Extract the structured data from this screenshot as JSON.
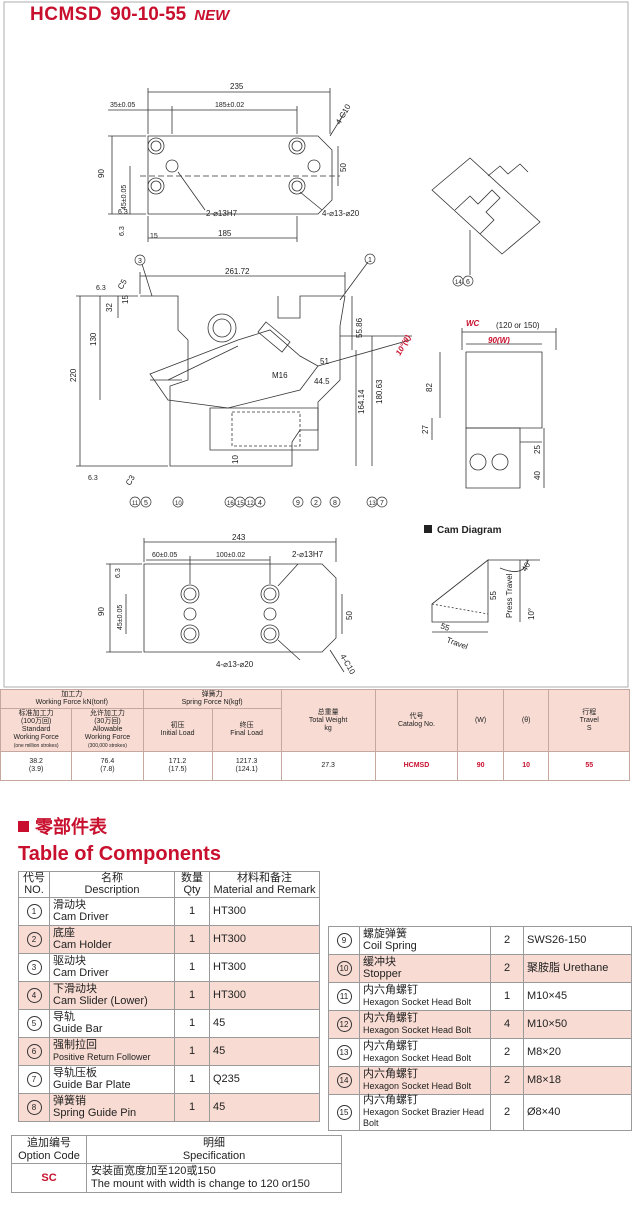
{
  "header": {
    "model": "HCMSD",
    "number": "90-10-55",
    "badge": "NEW"
  },
  "drawing": {
    "top_view": {
      "d_235": "235",
      "d_35": "35±0.05",
      "d_185t": "185±0.02",
      "chamfer": "4-C10",
      "d_90": "90",
      "d_45": "45±0.05",
      "d_50": "50",
      "d_63": "6.3",
      "d_63b": "6.3",
      "d_15": "15",
      "d_185b": "185",
      "pin": "2-⌀13H7",
      "bolt": "4-⌀13-⌀20"
    },
    "side_view": {
      "d_26172": "261.72",
      "d_32": "32",
      "d_15": "15",
      "d_c5": "C5",
      "d_130": "130",
      "d_220": "220",
      "d_5586": "55.86",
      "d_51": "51",
      "d_m16": "M16",
      "d_445": "44.5",
      "d_16414": "164.14",
      "d_18063": "180.63",
      "d_10": "10",
      "d_c3": "C3",
      "d_63": "6.3",
      "d_63b": "6.3",
      "angle": "10°(θ)"
    },
    "callouts": [
      "1",
      "3",
      "11",
      "5",
      "10",
      "16",
      "15",
      "12",
      "4",
      "9",
      "2",
      "8",
      "13",
      "7",
      "14",
      "6"
    ],
    "cam_view": {
      "wc": "WC",
      "wc_range": "(120 or 150)",
      "w": "90(W)",
      "d_82": "82",
      "d_27": "27",
      "d_25": "25",
      "d_40": "40"
    },
    "bottom_view": {
      "d_243": "243",
      "d_60": "60±0.05",
      "d_100": "100±0.02",
      "pin": "2-⌀13H7",
      "d_63": "6.3",
      "d_45": "45±0.05",
      "d_90": "90",
      "d_50": "50",
      "bolt": "4-⌀13-⌀20",
      "chamfer": "4-C10"
    },
    "cam_diagram": {
      "title": "Cam Diagram",
      "angle": "40°",
      "press": "Press Travel",
      "d_55": "55",
      "d_10": "10°",
      "d_55b": "55",
      "travel": "Travel"
    }
  },
  "specs": {
    "headers": {
      "force_cn": "加工力",
      "force_en": "Working Force kN(tonf)",
      "spring_cn": "弹簧力",
      "spring_en": "Spring Force N(kgf)",
      "std_cn": "标准加工力",
      "std_cn2": "(100万回)",
      "std_en": "Standard",
      "std_en2": "Working Force",
      "std_en3": "(one million strokes)",
      "allow_cn": "允许加工力",
      "allow_cn2": "(30万回)",
      "allow_en": "Allowable",
      "allow_en2": "Working Force",
      "allow_en3": "(300,000 strokes)",
      "init_cn": "初压",
      "init_en": "Initial Load",
      "final_cn": "终压",
      "final_en": "Final Load",
      "weight_cn": "总重量",
      "weight_en": "Total Weight",
      "weight_unit": "kg",
      "cat_cn": "代号",
      "cat_en": "Catalog No.",
      "w": "(W)",
      "theta": "(θ)",
      "travel_cn": "行程",
      "travel_en": "Travel",
      "travel_s": "S"
    },
    "row": {
      "std": "38.2",
      "std_t": "(3.9)",
      "allow": "76.4",
      "allow_t": "(7.8)",
      "init": "171.2",
      "init_k": "(17.5)",
      "final": "1217.3",
      "final_k": "(124.1)",
      "weight": "27.3",
      "catalog": "HCMSD",
      "w": "90",
      "theta": "10",
      "travel": "55"
    }
  },
  "components": {
    "title_cn": "零部件表",
    "title_en": "Table of Components",
    "col_no_cn": "代号",
    "col_no_en": "NO.",
    "col_desc_cn": "名称",
    "col_desc_en": "Description",
    "col_qty_cn": "数量",
    "col_qty_en": "Qty",
    "col_mat_cn": "材料和备注",
    "col_mat_en": "Material and Remark",
    "left": [
      {
        "no": "1",
        "cn": "滑动块",
        "en": "Cam Driver",
        "qty": "1",
        "mat": "HT300"
      },
      {
        "no": "2",
        "cn": "底座",
        "en": "Cam Holder",
        "qty": "1",
        "mat": "HT300"
      },
      {
        "no": "3",
        "cn": "驱动块",
        "en": "Cam Driver",
        "qty": "1",
        "mat": "HT300"
      },
      {
        "no": "4",
        "cn": "下滑动块",
        "en": "Cam Slider (Lower)",
        "qty": "1",
        "mat": "HT300"
      },
      {
        "no": "5",
        "cn": "导轨",
        "en": "Guide Bar",
        "qty": "1",
        "mat": "45"
      },
      {
        "no": "6",
        "cn": "强制拉回",
        "en": "Positive Return Follower",
        "qty": "1",
        "mat": "45"
      },
      {
        "no": "7",
        "cn": "导轨压板",
        "en": "Guide Bar Plate",
        "qty": "1",
        "mat": "Q235"
      },
      {
        "no": "8",
        "cn": "弹簧销",
        "en": "Spring Guide Pin",
        "qty": "1",
        "mat": "45"
      }
    ],
    "right": [
      {
        "no": "9",
        "cn": "螺旋弹簧",
        "en": "Coil Spring",
        "qty": "2",
        "mat": "SWS26-150"
      },
      {
        "no": "10",
        "cn": "缓冲块",
        "en": "Stopper",
        "qty": "2",
        "mat": "聚胺脂  Urethane"
      },
      {
        "no": "11",
        "cn": "内六角螺钉",
        "en": "Hexagon Socket Head Bolt",
        "qty": "1",
        "mat": "M10×45"
      },
      {
        "no": "12",
        "cn": "内六角螺钉",
        "en": "Hexagon Socket Head Bolt",
        "qty": "4",
        "mat": "M10×50"
      },
      {
        "no": "13",
        "cn": "内六角螺钉",
        "en": "Hexagon Socket Head Bolt",
        "qty": "2",
        "mat": "M8×20"
      },
      {
        "no": "14",
        "cn": "内六角螺钉",
        "en": "Hexagon Socket Head Bolt",
        "qty": "2",
        "mat": "M8×18"
      },
      {
        "no": "15",
        "cn": "内六角螺钉",
        "en": "Hexagon Socket Brazier Head Bolt",
        "qty": "2",
        "mat": "Ø8×40"
      }
    ]
  },
  "option": {
    "code_cn": "追加编号",
    "code_en": "Option Code",
    "spec_cn": "明细",
    "spec_en": "Specification",
    "code": "SC",
    "desc_cn": "安装面宽度加至120或150",
    "desc_en": "The mount with width is change to 120 or150"
  },
  "colors": {
    "accent": "#c8102e",
    "header_bg": "#f8dcd3"
  }
}
